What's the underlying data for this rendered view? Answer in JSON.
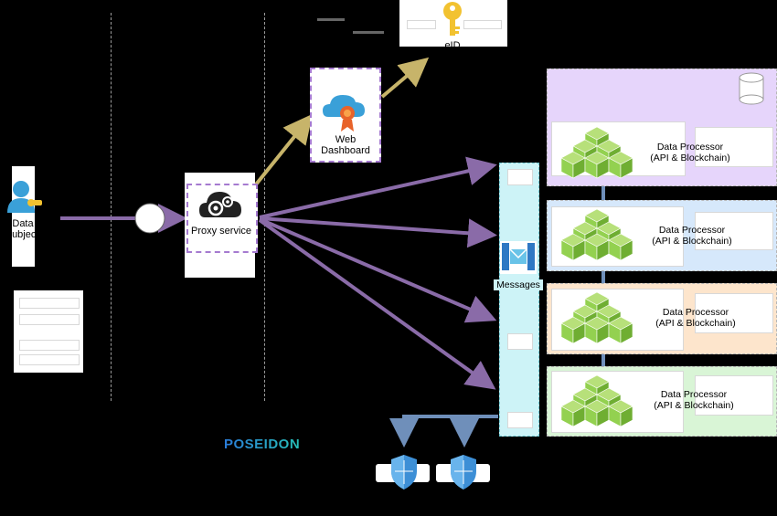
{
  "diagram": {
    "data_subject_label": "Data subject",
    "proxy_label": "Proxy service",
    "web_dashboard_label": "Web Dashboard",
    "eid_label": "eID",
    "messages_label": "Messages",
    "logo_text": "POSEIDON",
    "data_processors": [
      {
        "label": "Data Processor (API & Blockchain)",
        "bg": "#e6d5fb"
      },
      {
        "label": "Data Processor (API & Blockchain)",
        "bg": "#d6e8fb"
      },
      {
        "label": "Data Processor (API & Blockchain)",
        "bg": "#fde5cc"
      },
      {
        "label": "Data Processor (API & Blockchain)",
        "bg": "#d9f5d6"
      }
    ],
    "colors": {
      "arrow_purple": "#8a6ba8",
      "arrow_gold": "#c7b46a",
      "arrow_blue": "#6f8fba",
      "messages_bg": "#cdf3f7",
      "cube_green": "#93d150"
    }
  }
}
